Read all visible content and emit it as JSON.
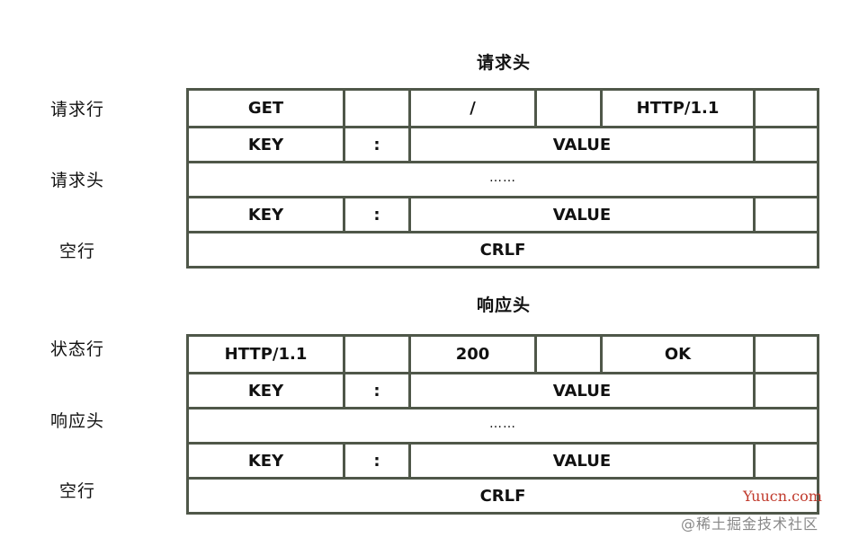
{
  "request": {
    "title": "请求头",
    "side_labels": {
      "request_line": "请求行",
      "headers": "请求头",
      "blank": "空行"
    },
    "request_line": [
      "GET",
      "",
      "/",
      "",
      "HTTP/1.1",
      ""
    ],
    "header_rows": [
      {
        "key": "KEY",
        "sep": ":",
        "value": "VALUE",
        "tail": ""
      },
      {
        "key": "KEY",
        "sep": ":",
        "value": "VALUE",
        "tail": ""
      }
    ],
    "ellipsis": "……",
    "crlf": "CRLF"
  },
  "response": {
    "title": "响应头",
    "side_labels": {
      "status_line": "状态行",
      "headers": "响应头",
      "blank": "空行"
    },
    "status_line": [
      "HTTP/1.1",
      "",
      "200",
      "",
      "OK",
      ""
    ],
    "header_rows": [
      {
        "key": "KEY",
        "sep": ":",
        "value": "VALUE",
        "tail": ""
      },
      {
        "key": "KEY",
        "sep": ":",
        "value": "VALUE",
        "tail": ""
      }
    ],
    "ellipsis": "……",
    "crlf": "CRLF"
  },
  "watermarks": {
    "site": "Yuucn.com",
    "community": "@稀土掘金技术社区"
  },
  "colors": {
    "grid_line": "#4f5749",
    "watermark_site": "#c0392b",
    "watermark_community": "#888888"
  }
}
